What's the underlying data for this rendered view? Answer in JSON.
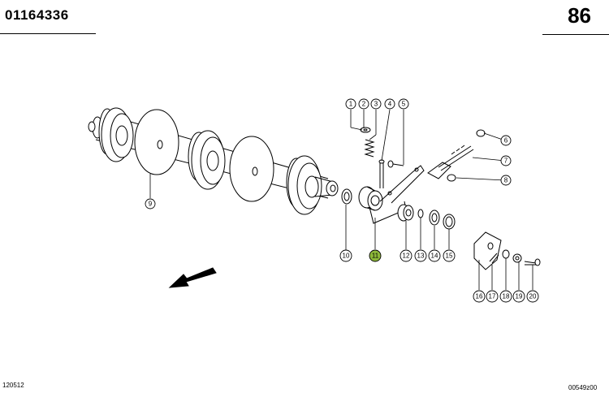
{
  "header": {
    "part_number": "01164336",
    "page_number": "86"
  },
  "footer": {
    "left_code": "120512",
    "right_code": "00549z00"
  },
  "colors": {
    "highlight": "#8db83a",
    "line": "#000000",
    "background": "#ffffff"
  },
  "callouts": [
    {
      "id": "c1",
      "label": "1"
    },
    {
      "id": "c2",
      "label": "2"
    },
    {
      "id": "c3",
      "label": "3"
    },
    {
      "id": "c4",
      "label": "4"
    },
    {
      "id": "c5",
      "label": "5"
    },
    {
      "id": "c6",
      "label": "6"
    },
    {
      "id": "c7",
      "label": "7"
    },
    {
      "id": "c8",
      "label": "8"
    },
    {
      "id": "c9",
      "label": "9"
    },
    {
      "id": "c10",
      "label": "10"
    },
    {
      "id": "c11",
      "label": "11",
      "highlighted": true
    },
    {
      "id": "c12",
      "label": "12"
    },
    {
      "id": "c13",
      "label": "13"
    },
    {
      "id": "c14",
      "label": "14"
    },
    {
      "id": "c15",
      "label": "15"
    },
    {
      "id": "c16",
      "label": "16"
    },
    {
      "id": "c17",
      "label": "17"
    },
    {
      "id": "c18",
      "label": "18"
    },
    {
      "id": "c19",
      "label": "19"
    },
    {
      "id": "c20",
      "label": "20"
    }
  ]
}
